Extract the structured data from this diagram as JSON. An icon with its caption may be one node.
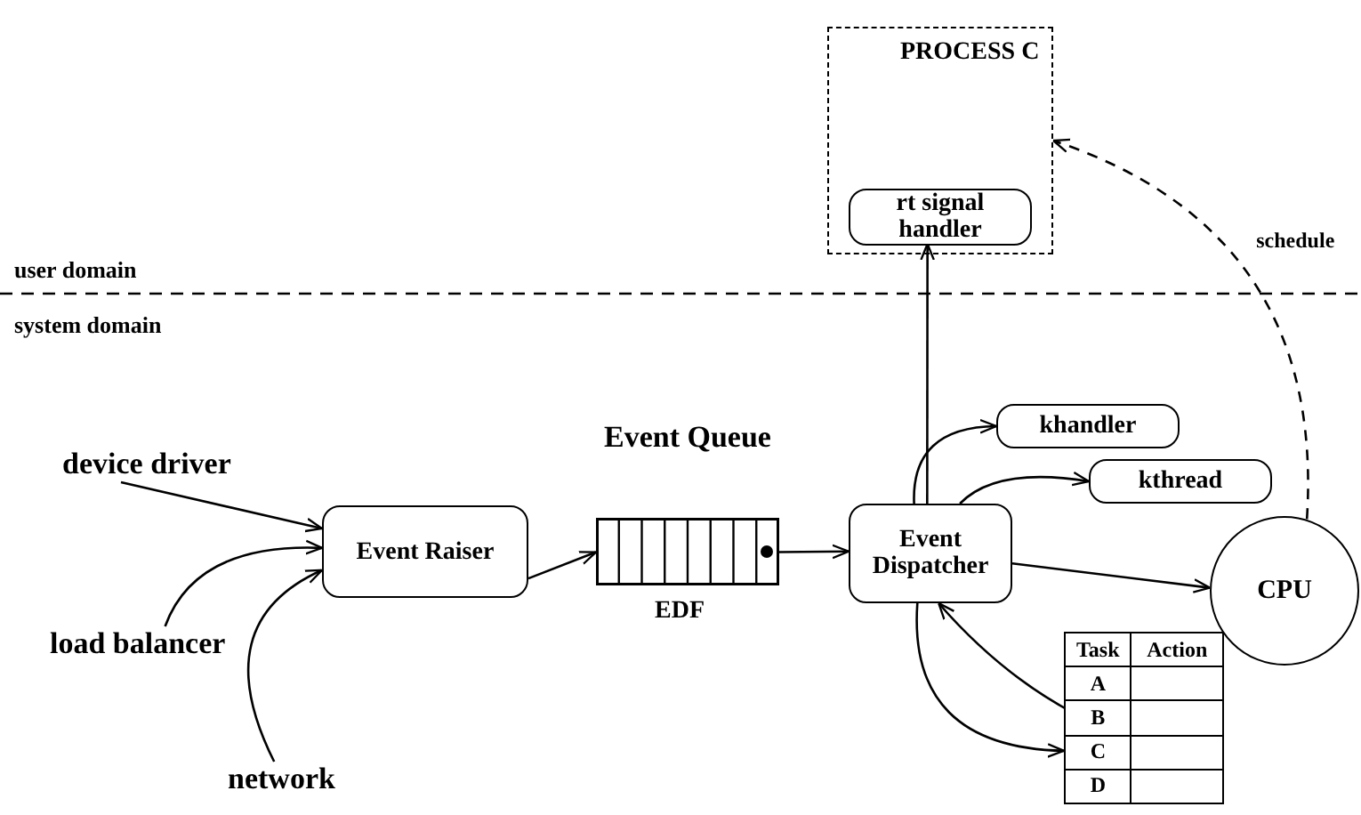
{
  "diagram": {
    "nodes": [
      {
        "text": [
          "PROCESS C"
        ]
      },
      {
        "text": [
          "rt signal handler"
        ],
        "in": 0
      },
      {
        "text": [
          "device driver"
        ]
      },
      {
        "text": [
          "load balancer"
        ]
      },
      {
        "text": [
          "network"
        ]
      },
      {
        "text": [
          "Event Raiser"
        ]
      },
      {
        "text": [
          "Event Queue"
        ],
        "beside": [
          "EDF"
        ]
      },
      {
        "text": [
          "Event Dispatcher"
        ]
      },
      {
        "text": [
          "khandler"
        ]
      },
      {
        "text": [
          "kthread"
        ]
      },
      {
        "text": [
          "CPU"
        ]
      },
      {
        "text": [
          "Task",
          "Action",
          "A",
          "B",
          "C",
          "D"
        ]
      }
    ],
    "edges": [
      {
        "from": 2,
        "to": 5,
        "arrow": "to"
      },
      {
        "from": 3,
        "to": 5,
        "arrow": "to"
      },
      {
        "from": 4,
        "to": 5,
        "arrow": "to"
      },
      {
        "from": 5,
        "to": 6,
        "arrow": "to"
      },
      {
        "from": 6,
        "to": 7,
        "arrow": "to"
      },
      {
        "from": 7,
        "to": 1,
        "arrow": "to"
      },
      {
        "from": 7,
        "to": 8,
        "arrow": "to"
      },
      {
        "from": 7,
        "to": 9,
        "arrow": "to"
      },
      {
        "from": 7,
        "to": 10,
        "arrow": "to"
      },
      {
        "from": 10,
        "to": 0,
        "arrow": "to",
        "label": "schedule",
        "style": "dashed"
      },
      {
        "from": 7,
        "to": 11,
        "arrow": "to"
      },
      {
        "from": 11,
        "to": 7,
        "arrow": "to"
      }
    ],
    "labels": [
      "user domain",
      "system domain"
    ]
  }
}
